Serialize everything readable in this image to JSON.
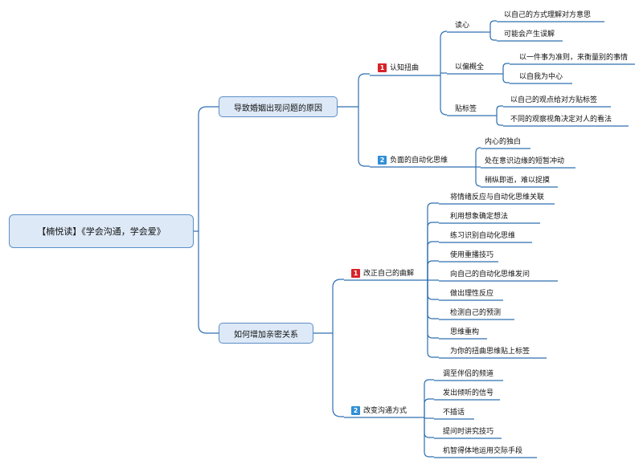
{
  "root": "【楠悦读】《学会沟通，学会爱》",
  "main1": {
    "label": "导致婚姻出现问题的原因",
    "sub1": {
      "number": "1",
      "label": "认知扭曲",
      "groups": [
        {
          "label": "读心",
          "items": [
            "以自己的方式理解对方意思",
            "可能会产生误解"
          ]
        },
        {
          "label": "以偏概全",
          "items": [
            "以一件事为准则，来衡量别的事情",
            "以自我为中心"
          ]
        },
        {
          "label": "贴标签",
          "items": [
            "以自己的观点给对方贴标签",
            "不同的观察视角决定对人的看法"
          ]
        }
      ]
    },
    "sub2": {
      "number": "2",
      "label": "负面的自动化思维",
      "items": [
        "内心的独白",
        "处在意识边缘的短暂冲动",
        "稍纵即逝，难以捉摸"
      ]
    }
  },
  "main2": {
    "label": "如何增加亲密关系",
    "sub1": {
      "number": "1",
      "label": "改正自己的曲解",
      "items": [
        "将情绪反应与自动化思维关联",
        "利用想象确定想法",
        "练习识别自动化思维",
        "使用重播技巧",
        "向自己的自动化思维发问",
        "做出理性反应",
        "检测自己的预测",
        "思维重构",
        "为你的扭曲思维贴上标签"
      ]
    },
    "sub2": {
      "number": "2",
      "label": "改变沟通方式",
      "items": [
        "调至伴侣的频道",
        "发出倾听的信号",
        "不插话",
        "提问时讲究技巧",
        "机智得体地运用交际手段"
      ]
    }
  },
  "colors": {
    "line": "#2f6fb0",
    "node_fill": "#dde9f7",
    "node_border": "#5b8ec6",
    "badge1": "#d6232a",
    "badge2": "#2f8fd8"
  }
}
